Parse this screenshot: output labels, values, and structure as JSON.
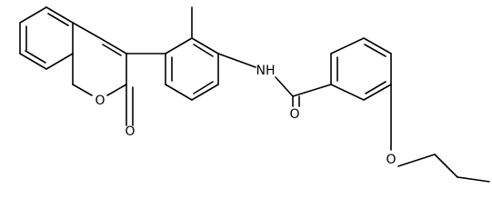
{
  "molecule": {
    "atom_labels": {
      "ring_oxygen": "O",
      "lactone_carbonyl_oxygen": "O",
      "amide_nitrogen": "NH",
      "amide_carbonyl_oxygen": "O",
      "ether_oxygen": "O"
    }
  }
}
